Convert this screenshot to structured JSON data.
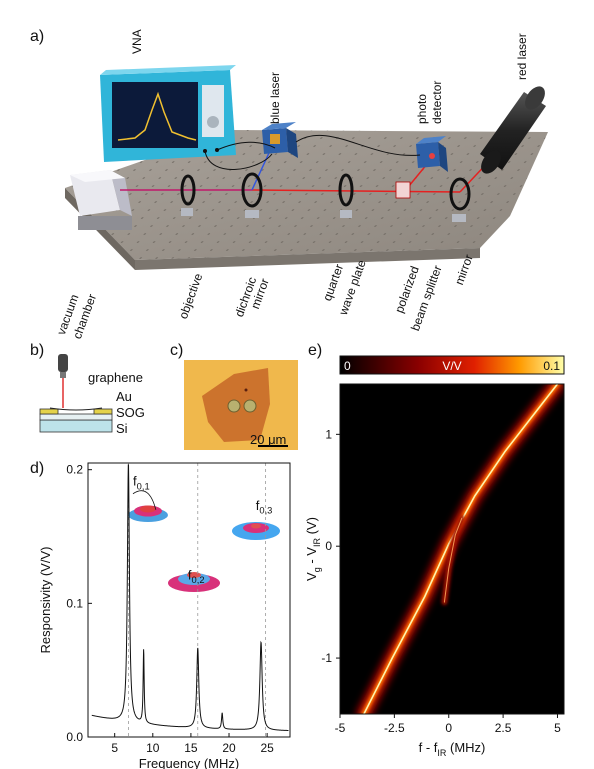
{
  "panels": {
    "a": "a)",
    "b": "b)",
    "c": "c)",
    "d": "d)",
    "e": "e)"
  },
  "setup": {
    "vna": "VNA",
    "blue_laser": "blue laser",
    "photo_detector_1": "photo",
    "photo_detector_2": "detector",
    "red_laser": "red laser",
    "vacuum_chamber_1": "vacuum",
    "vacuum_chamber_2": "chamber",
    "objective": "objective",
    "dichroic_1": "dichroic",
    "dichroic_2": "mirror",
    "quarter_1": "quarter",
    "quarter_2": "wave plate",
    "polarized_1": "polarized",
    "polarized_2": "beam splitter",
    "mirror": "mirror"
  },
  "stack": {
    "graphene": "graphene",
    "au": "Au",
    "sog": "SOG",
    "si": "Si"
  },
  "micrograph": {
    "scalebar": "20 μm"
  },
  "chart_data": [
    {
      "type": "line",
      "panel": "d",
      "xlabel": "Frequency (MHz)",
      "ylabel": "Responsivity (V/V)",
      "xlim": [
        1.5,
        28
      ],
      "ylim": [
        0,
        0.205
      ],
      "xticks": [
        5,
        10,
        15,
        20,
        25
      ],
      "yticks": [
        0.0,
        0.1,
        0.2
      ],
      "ytick_labels": [
        "0.0",
        "0.1",
        "0.2"
      ],
      "vlines": [
        6.8,
        15.9,
        24.8
      ],
      "baseline": 0.015,
      "peaks": [
        {
          "f": 6.8,
          "a": 0.194,
          "w": 0.16
        },
        {
          "f": 8.8,
          "a": 0.055,
          "w": 0.08
        },
        {
          "f": 15.9,
          "a": 0.06,
          "w": 0.16
        },
        {
          "f": 19.1,
          "a": 0.012,
          "w": 0.1
        },
        {
          "f": 24.2,
          "a": 0.066,
          "w": 0.18
        }
      ],
      "annotations": [
        {
          "base": "f",
          "sub": "0,1",
          "x": 8.5,
          "y": 0.188
        },
        {
          "base": "f",
          "sub": "0,2",
          "x": 15.7,
          "y": 0.118
        },
        {
          "base": "f",
          "sub": "0,3",
          "x": 24.6,
          "y": 0.17
        }
      ]
    },
    {
      "type": "heatmap",
      "panel": "e",
      "xlabel": "f - f",
      "xlabel_sub": "IR",
      "xlabel_unit": " (MHz)",
      "ylabel_base": "V",
      "ylabel_sub1": "g",
      "ylabel_mid": " - V",
      "ylabel_sub2": "IR",
      "ylabel_unit": " (V)",
      "xlim": [
        -5,
        5.3
      ],
      "ylim": [
        -1.5,
        1.45
      ],
      "xticks": [
        -5,
        -2.5,
        0,
        2.5,
        5
      ],
      "xtick_labels": [
        "-5",
        "-2.5",
        "0",
        "2.5",
        "5"
      ],
      "yticks": [
        -1,
        0,
        1
      ],
      "ytick_labels": [
        "-1",
        "0",
        "1"
      ],
      "colorbar": {
        "min": "0",
        "label": "V/V",
        "max": "0.1"
      },
      "ridge_main": [
        [
          -3.9,
          -1.5
        ],
        [
          -2.6,
          -1.0
        ],
        [
          -1.1,
          -0.45
        ],
        [
          0.0,
          0.02
        ],
        [
          1.2,
          0.45
        ],
        [
          2.6,
          0.85
        ],
        [
          4.0,
          1.2
        ],
        [
          5.0,
          1.45
        ]
      ],
      "ridge_branch": [
        [
          -0.2,
          -0.5
        ],
        [
          0.0,
          -0.2
        ],
        [
          0.3,
          0.1
        ],
        [
          0.6,
          0.25
        ]
      ]
    }
  ]
}
